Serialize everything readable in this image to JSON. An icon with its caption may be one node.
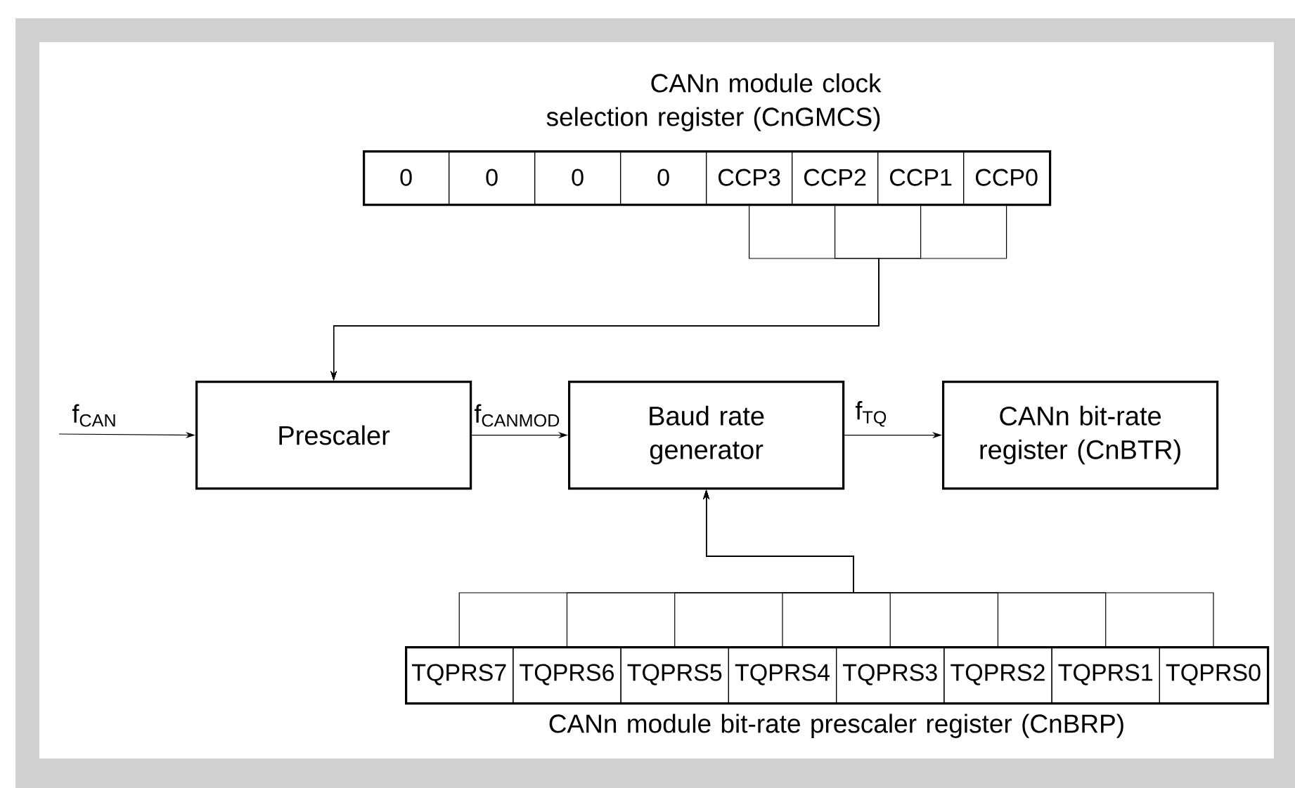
{
  "diagram": {
    "nodes": [
      {
        "text": [
          "CANn module clock selection register (CnGMCS)"
        ]
      },
      {
        "text": [
          "0"
        ],
        "in": 0
      },
      {
        "text": [
          "0"
        ],
        "in": 0
      },
      {
        "text": [
          "0"
        ],
        "in": 0
      },
      {
        "text": [
          "0"
        ],
        "in": 0
      },
      {
        "text": [
          "CCP3"
        ],
        "in": 0
      },
      {
        "text": [
          "CCP2"
        ],
        "in": 0
      },
      {
        "text": [
          "CCP1"
        ],
        "in": 0
      },
      {
        "text": [
          "CCP0"
        ],
        "in": 0
      },
      {
        "text": [
          "Prescaler"
        ]
      },
      {
        "text": [
          "Baud rate generator"
        ]
      },
      {
        "text": [
          "CANn bit-rate register (CnBTR)"
        ]
      },
      {
        "text": [
          "CANn module bit-rate prescaler register (CnBRP)"
        ]
      },
      {
        "text": [
          "TQPRS7"
        ],
        "in": 12
      },
      {
        "text": [
          "TQPRS6"
        ],
        "in": 12
      },
      {
        "text": [
          "TQPRS5"
        ],
        "in": 12
      },
      {
        "text": [
          "TQPRS4"
        ],
        "in": 12
      },
      {
        "text": [
          "TQPRS3"
        ],
        "in": 12
      },
      {
        "text": [
          "TQPRS2"
        ],
        "in": 12
      },
      {
        "text": [
          "TQPRS1"
        ],
        "in": 12
      },
      {
        "text": [
          "TQPRS0"
        ],
        "in": 12
      }
    ],
    "edges": [
      {
        "from": 5,
        "to": 9,
        "arrow": "to"
      },
      {
        "from": 6,
        "to": 9,
        "arrow": "to"
      },
      {
        "from": 7,
        "to": 9,
        "arrow": "to"
      },
      {
        "from": 8,
        "to": 9,
        "arrow": "to"
      },
      {
        "from": null,
        "to": 9,
        "arrow": "to",
        "label": "f$_{CAN}$"
      },
      {
        "from": 9,
        "to": 10,
        "arrow": "to",
        "label": "f$_{CANMOD}$"
      },
      {
        "from": 10,
        "to": 11,
        "arrow": "to",
        "label": "f$_{TQ}$"
      },
      {
        "from": 13,
        "to": 10,
        "arrow": "to"
      },
      {
        "from": 14,
        "to": 10,
        "arrow": "to"
      },
      {
        "from": 15,
        "to": 10,
        "arrow": "to"
      },
      {
        "from": 16,
        "to": 10,
        "arrow": "to"
      },
      {
        "from": 17,
        "to": 10,
        "arrow": "to"
      },
      {
        "from": 18,
        "to": 10,
        "arrow": "to"
      },
      {
        "from": 19,
        "to": 10,
        "arrow": "to"
      },
      {
        "from": 20,
        "to": 10,
        "arrow": "to"
      }
    ]
  }
}
